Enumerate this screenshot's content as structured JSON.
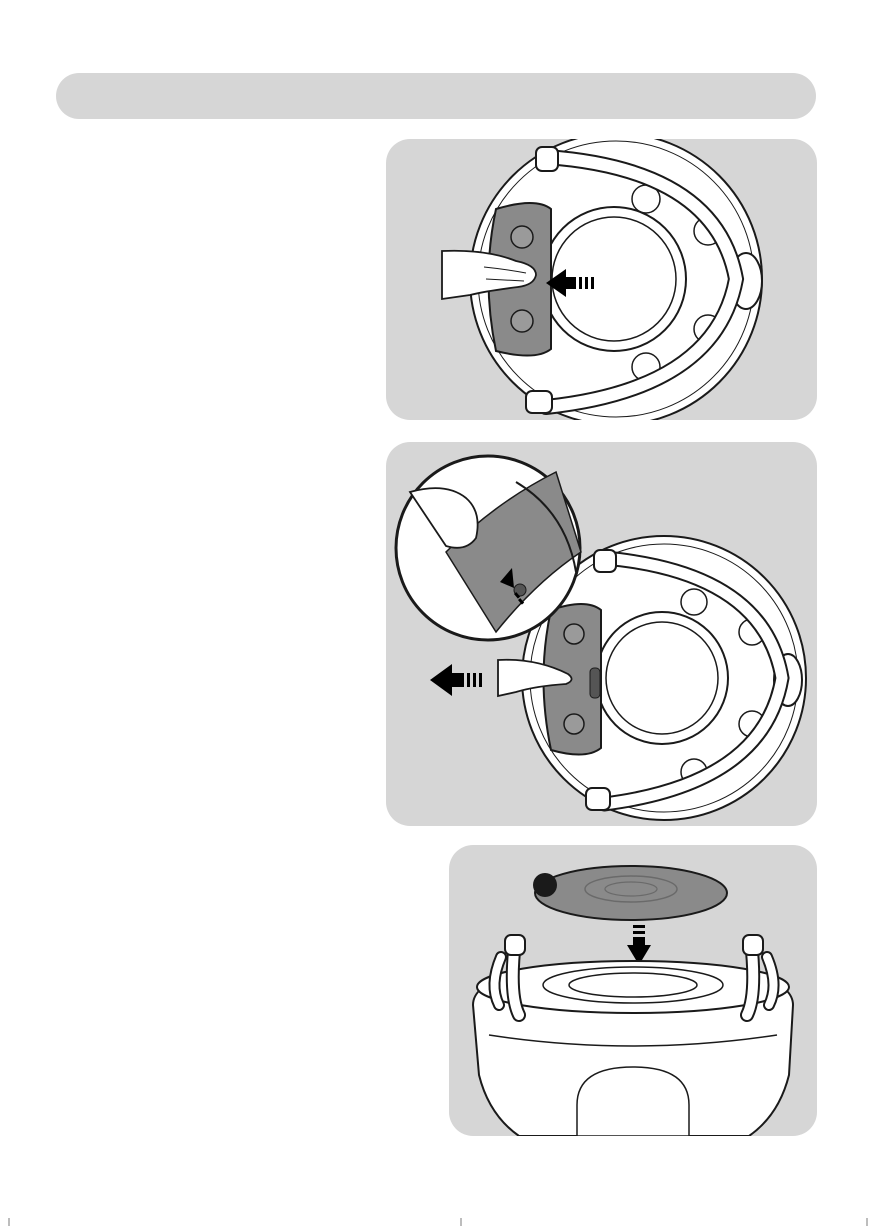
{
  "header": {
    "title": ""
  },
  "illustrations": [
    {
      "id": "step-1",
      "icons": [
        "hand-icon",
        "push-arrow-icon",
        "handle-bar-icon",
        "cover-plate-icon"
      ]
    },
    {
      "id": "step-2",
      "icons": [
        "magnify-inset-icon",
        "hand-icon",
        "pull-arrow-icon",
        "cover-plate-icon"
      ]
    },
    {
      "id": "step-3",
      "icons": [
        "disc-icon",
        "down-arrow-icon",
        "base-unit-icon"
      ]
    }
  ],
  "colors": {
    "panel": "#d6d6d6",
    "plate": "#8a8a8a",
    "line": "#1a1a1a",
    "arrow": "#000000"
  }
}
